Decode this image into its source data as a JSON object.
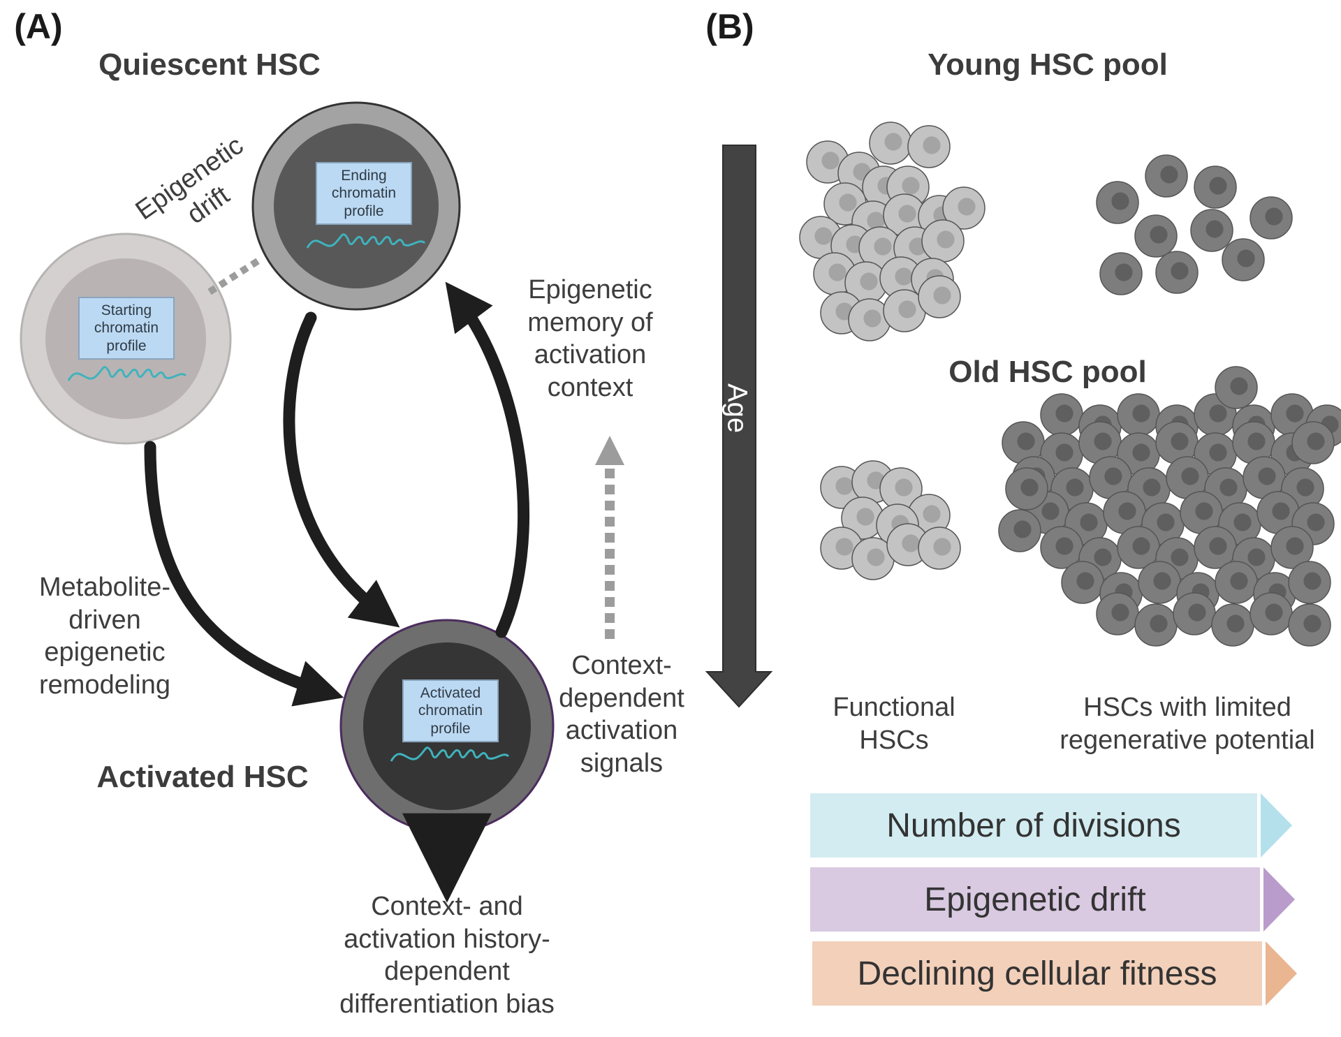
{
  "panel_a": {
    "panel_label": "(A)",
    "quiescent_title": "Quiescent HSC",
    "activated_title": "Activated HSC",
    "epigenetic_drift_label": "Epigenetic\ndrift",
    "starting_profile": "Starting\nchromatin\nprofile",
    "ending_profile": "Ending\nchromatin\nprofile",
    "activated_profile": "Activated\nchromatin\nprofile",
    "metabolite_label": "Metabolite-\ndriven\nepigenetic\nremodeling",
    "memory_label": "Epigenetic\nmemory of\nactivation\ncontext",
    "context_signals_label": "Context-\ndependent\nactivation\nsignals",
    "bias_label": "Context- and\nactivation history-\ndependent\ndifferentiation bias"
  },
  "panel_b": {
    "panel_label": "(B)",
    "young_pool_title": "Young HSC pool",
    "old_pool_title": "Old HSC pool",
    "age_label": "Age",
    "functional_label": "Functional\nHSCs",
    "limited_label": "HSCs with limited\nregenerative potential",
    "bands": [
      {
        "label": "Number of divisions",
        "color": "#d3ecf1",
        "arrow_color": "#b4e0ec"
      },
      {
        "label": "Epigenetic drift",
        "color": "#d9c9e1",
        "arrow_color": "#b99ccb"
      },
      {
        "label": "Declining cellular fitness",
        "color": "#f3d0ba",
        "arrow_color": "#eab591"
      }
    ]
  },
  "colors": {
    "functional_cell": "#c3c3c3",
    "functional_nucleus": "#a4a4a4",
    "limited_cell": "#7d7d7d",
    "limited_nucleus": "#5f5f5f",
    "chromatin": "#3fb3bd",
    "arrow": "#1e1e1e",
    "dashed": "#9c9c9c"
  }
}
